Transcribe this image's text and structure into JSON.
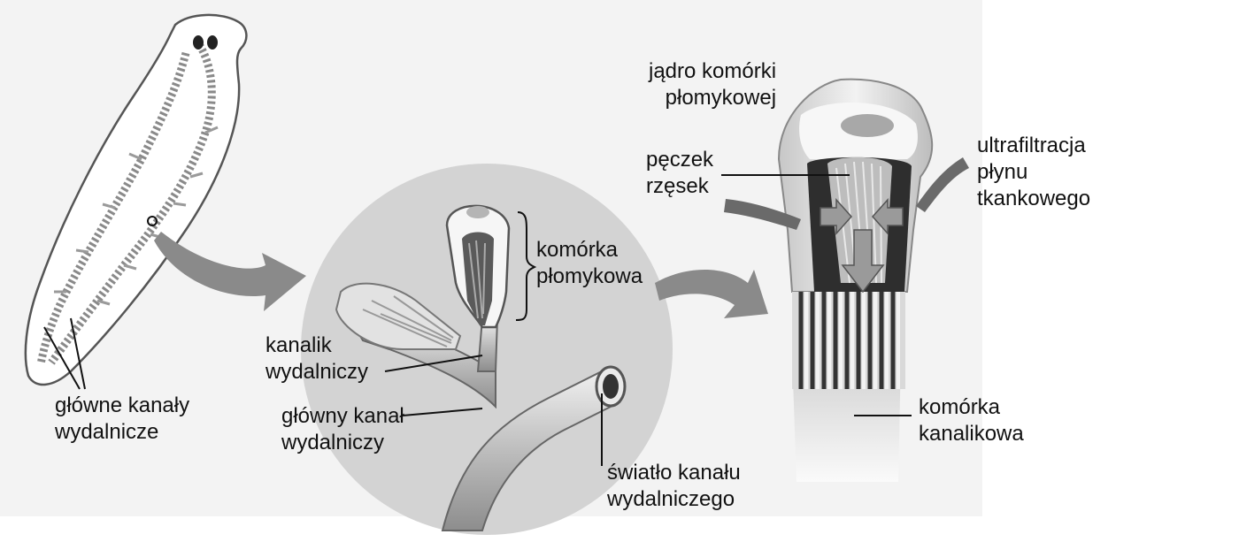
{
  "labels": {
    "main_canals": [
      "główne kanały",
      "wydalnicze"
    ],
    "flame_cell": [
      "komórka",
      "płomykowa"
    ],
    "excretory_tubule": [
      "kanalik",
      "wydalniczy"
    ],
    "main_excretory_canal": [
      "główny kanał",
      "wydalniczy"
    ],
    "canal_lumen": [
      "światło kanału",
      "wydalniczego"
    ],
    "flame_cell_nucleus": [
      "jądro komórki",
      "płomykowej"
    ],
    "cilia_tuft": [
      "pęczek",
      "rzęsek"
    ],
    "ultrafiltration": [
      "ultrafiltracja",
      "płynu",
      "tkankowego"
    ],
    "tubule_cell": [
      "komórka",
      "kanalikowa"
    ]
  },
  "colors": {
    "background": "#ffffff",
    "panel_bg": "#f3f3f3",
    "circle_fill": "#d3d3d3",
    "arrow_fill": "#8a8a8a",
    "line": "#111111"
  }
}
